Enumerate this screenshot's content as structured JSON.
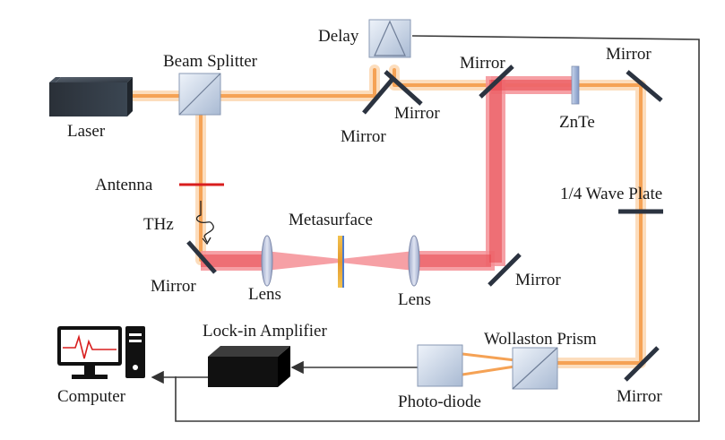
{
  "labels": {
    "delay": "Delay",
    "beam_splitter": "Beam Splitter",
    "laser": "Laser",
    "mirror": "Mirror",
    "znte": "ZnTe",
    "antenna": "Antenna",
    "thz": "THz",
    "metasurface": "Metasurface",
    "lens": "Lens",
    "quarter_wave_plate": "1/4 Wave Plate",
    "lock_in_amplifier": "Lock-in Amplifier",
    "wollaston_prism": "Wollaston Prism",
    "computer": "Computer",
    "photo_diode": "Photo-diode"
  },
  "colors": {
    "probe_beam": "#f5a255",
    "probe_beam_glow": "#fbd5ad",
    "thz_beam": "#e8474f",
    "thz_beam_glow": "#f48f95",
    "mirror": "#2b3340",
    "signal_line": "#3a3a3a",
    "antenna": "#d81e1e"
  }
}
